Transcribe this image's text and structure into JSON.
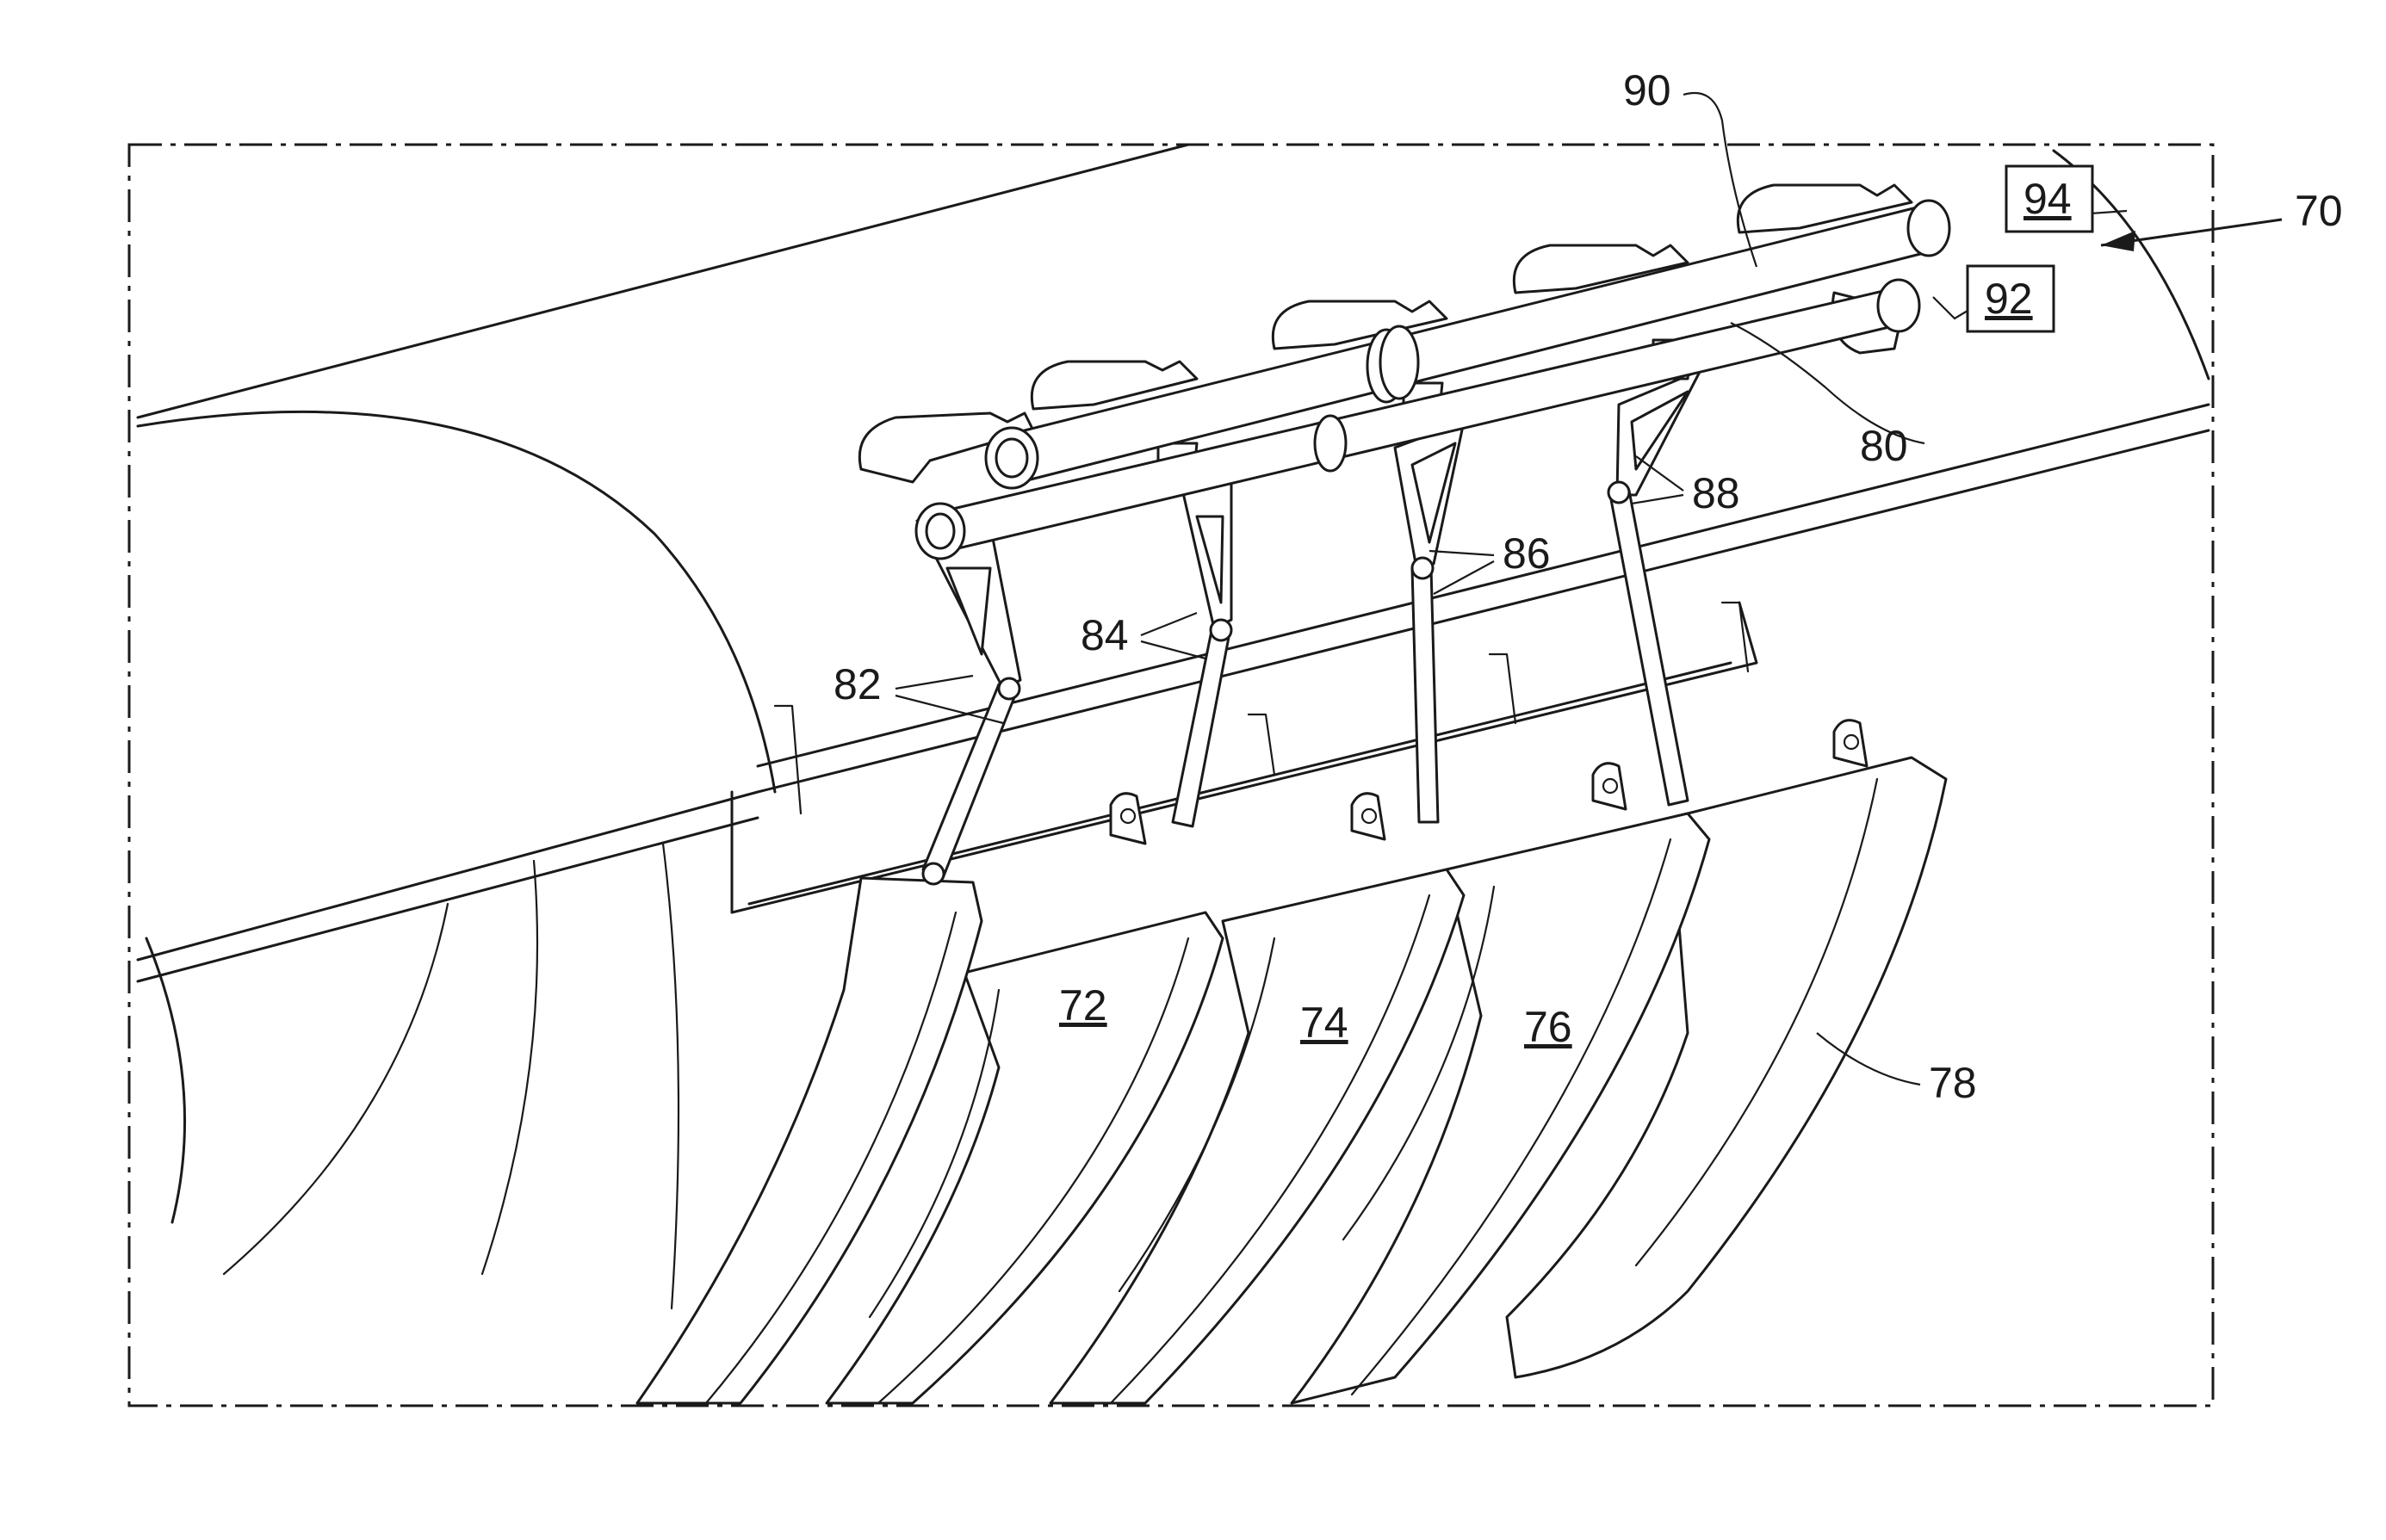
{
  "figure": {
    "reference_numerals": {
      "assembly": "70",
      "flap_1": "72",
      "flap_2": "74",
      "flap_3": "76",
      "flap_4": "78",
      "lower_rod": "80",
      "linkage_1": "82",
      "linkage_2": "84",
      "linkage_3": "86",
      "linkage_4": "88",
      "upper_rod": "90",
      "box_lower": "92",
      "box_upper": "94"
    }
  }
}
